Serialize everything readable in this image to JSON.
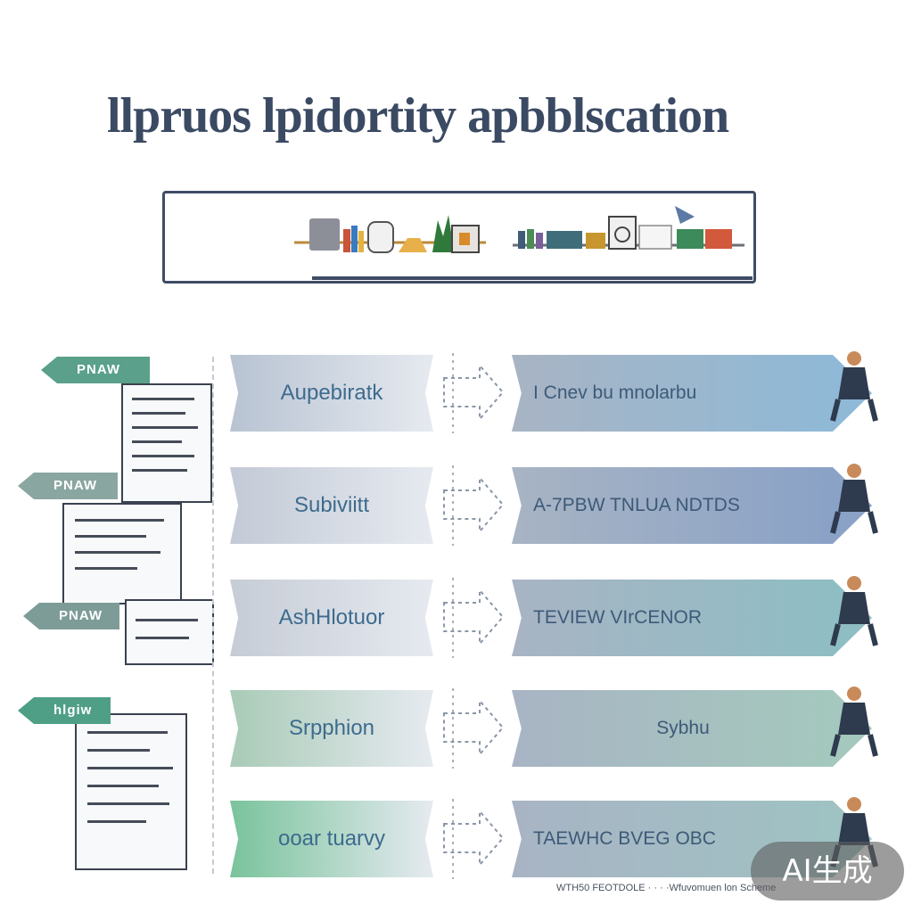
{
  "header": {
    "title": "llpruos lpidortity apbblscation"
  },
  "left_tags": [
    {
      "label": "PNAW",
      "color": "#5aa08a"
    },
    {
      "label": "PNAW",
      "color": "#8aa6a0"
    },
    {
      "label": "PNAW",
      "color": "#7d9c98"
    },
    {
      "label": "hlgiw",
      "color": "#4f9f86"
    }
  ],
  "rows": [
    {
      "left": "Aupebiratk",
      "right": "I Cnev bu mnolarbu",
      "left_color": "#b8c3d2",
      "right_color": "#8fb9d6"
    },
    {
      "left": "Subiviitt",
      "right": "A-7PBW TNLUA NDTDS",
      "left_color": "#c3cad6",
      "right_color": "#8aa2c6"
    },
    {
      "left": "AshHlotuor",
      "right": "TEVIEW VIrCENOR",
      "left_color": "#c6ccd6",
      "right_color": "#8fbdc4"
    },
    {
      "left": "Srpphion",
      "right": "Sybhu",
      "left_color": "#a9cbb7",
      "right_color": "#a4c8bd"
    },
    {
      "left": "ooar tuarvy",
      "right": "TAEWHC BVEG OBC",
      "left_color": "#79c39c",
      "right_color": "#9fc2c3"
    }
  ],
  "footer": {
    "text": "WTH50 FEOTDOLE · · · ·Wfuvomuen lon Scheme"
  },
  "badge": {
    "label": "AI生成"
  },
  "icons": [
    "sofa-icon",
    "books-icon",
    "plant-icon",
    "lamp-icon",
    "washer-icon",
    "laptop-icon",
    "person-icon",
    "bird-icon",
    "monitor-icon"
  ]
}
